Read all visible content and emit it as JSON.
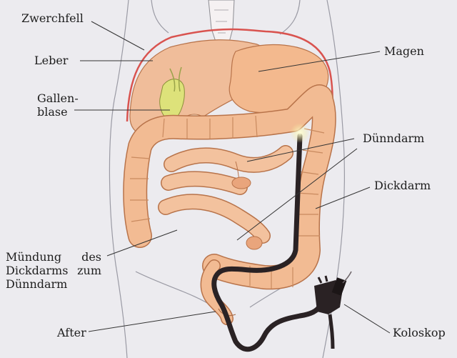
{
  "diagram": {
    "labels": {
      "zwerchfell": "Zwerchfell",
      "leber": "Leber",
      "gallenblase_line1": "Gallen-",
      "gallenblase_line2": "blase",
      "magen": "Magen",
      "duenndarm": "Dünndarm",
      "dickdarm": "Dickdarm",
      "muendung_line1": "Mündung des",
      "muendung_line2": "Dickdarms zum",
      "muendung_line3": "Dünndarm",
      "after": "After",
      "koloskop": "Koloskop"
    },
    "colors": {
      "background": "#ecebef",
      "organ": "#f2bb93",
      "organ_outline": "#b8734a",
      "liver": "#f0bd9a",
      "diaphragm": "#d9534f",
      "gallbladder": "#dde27a",
      "endoscope": "#2a2224",
      "leader_line": "#333333",
      "body_outline": "#9a9aa4"
    }
  }
}
